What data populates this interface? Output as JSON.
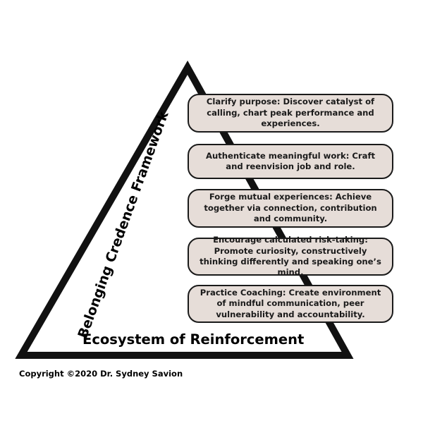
{
  "framework_label": "Belonging Credence Framework",
  "base_label": "Ecosystem of Reinforcement",
  "copyright": "Copyright ©2020 Dr. Sydney Savion",
  "tiers": [
    {
      "text": "Clarify purpose: Discover catalyst of calling, chart peak performance and experiences."
    },
    {
      "text": "Authenticate meaningful work: Craft and reenvision job and role."
    },
    {
      "text": "Forge mutual experiences: Achieve together via connection, contribution and community."
    },
    {
      "text": "Encourage calculated risk-taking: Promote curiosity, constructively thinking differently and speaking one’s mind."
    },
    {
      "text": "Practice Coaching: Create environment of mindful communication, peer vulnerability and accountability."
    }
  ],
  "colors": {
    "box_fill": "#e6ddd8",
    "stroke": "#1a1a1a"
  }
}
